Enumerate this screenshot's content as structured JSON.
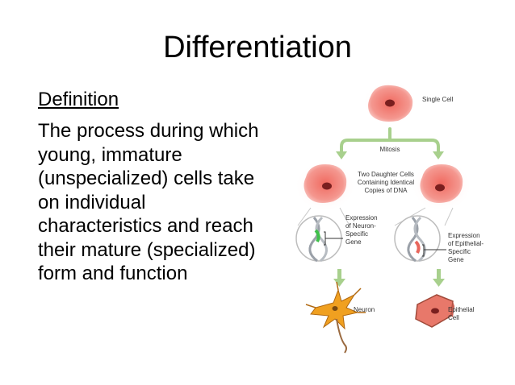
{
  "title": "Differentiation",
  "definition": {
    "heading": "Definition",
    "lines": [
      "The process during which",
      "young, immature",
      "(unspecialized) cells take",
      "on individual",
      "characteristics and reach",
      "their mature (specialized)",
      "form and function"
    ]
  },
  "diagram": {
    "single_cell": "Single Cell",
    "mitosis": "Mitosis",
    "daughter_cells": [
      "Two Daughter Cells",
      "Containing Identical",
      "Copies of DNA"
    ],
    "neuron_gene": [
      "Expression",
      "of Neuron-",
      "Specific",
      "Gene"
    ],
    "epithelial_gene": [
      "Expression",
      "of Epithelial-",
      "Specific",
      "Gene"
    ],
    "neuron": "Neuron",
    "epithelial_cell": [
      "Epithelial",
      "Cell"
    ],
    "colors": {
      "cell": "#f2928a",
      "cell_glow": "#fbd3cf",
      "nucleus": "#7a1f1f",
      "arrow": "#a8d08d",
      "neuron": "#f0a020",
      "dna": "#9aa0a8"
    }
  }
}
